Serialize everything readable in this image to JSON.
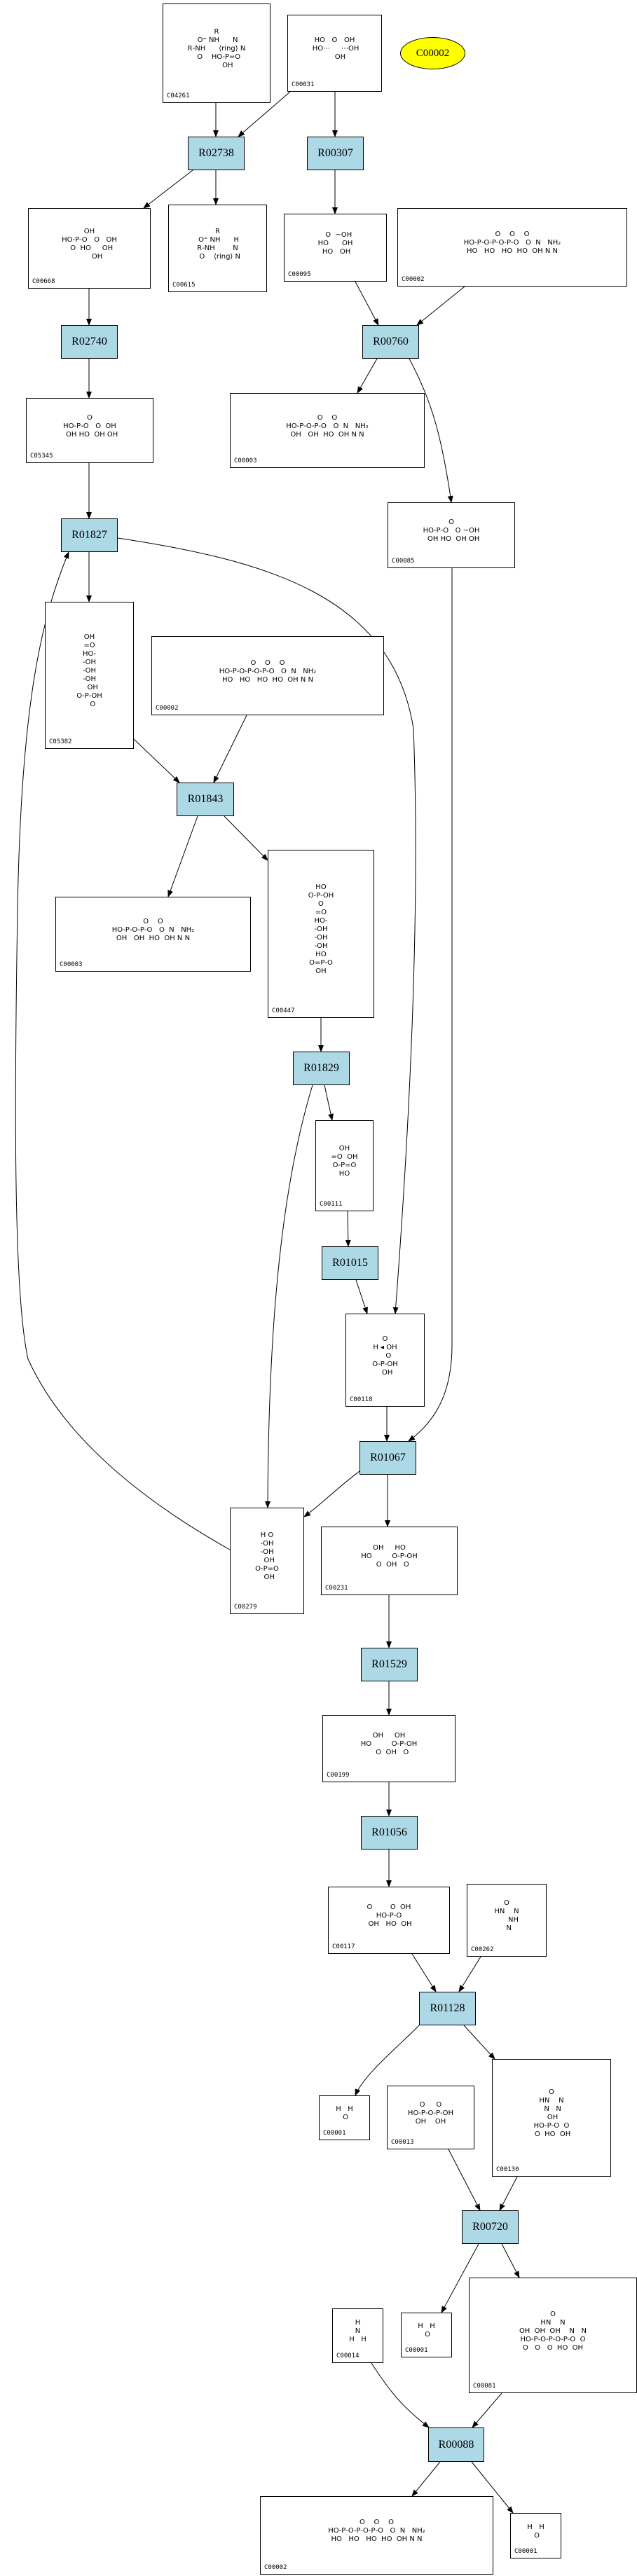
{
  "diagram": {
    "title": "",
    "highlight": {
      "id": "C00002",
      "color": "#ffff00"
    },
    "reaction_color": "#add8e6",
    "reactions": [
      "R02738",
      "R00307",
      "R02740",
      "R00760",
      "R01827",
      "R01843",
      "R01829",
      "R01015",
      "R01067",
      "R01529",
      "R01056",
      "R01128",
      "R00720",
      "R00088"
    ],
    "compounds": {
      "c04261": {
        "id": "C04261",
        "struct": "R\n O⁼ NH      N\nR‑NH      ⟨ring⟩ N\n  O    HO‑P=O\n          OH"
      },
      "c00031": {
        "id": "C00031",
        "struct": "HO   O   OH\n HO⋯     ⋯OH\n     OH"
      },
      "c00668": {
        "id": "C00668",
        "struct": "OH\nHO‑P‑O   O   OH\n  O  HO     OH\n       OH"
      },
      "c00615": {
        "id": "C00615",
        "struct": "R\n O⁼ NH      H\nR‑NH        N\n  O    ⟨ring⟩ N"
      },
      "c00095": {
        "id": "C00095",
        "struct": "   O  ~OH\nHO      OH\n HO   OH"
      },
      "c00002a": {
        "id": "C00002",
        "struct": "O    O    O\nHO‑P‑O‑P‑O‑P‑O   O  N   NH₂\nHO   HO   HO  HO  OH N N"
      },
      "c00003a": {
        "id": "C00003",
        "struct": "O    O\nHO‑P‑O‑P‑O   O  N   NH₂\nOH   OH  HO  OH N N"
      },
      "c05345": {
        "id": "C05345",
        "struct": "O\nHO‑P‑O   O  OH\n  OH HO  OH OH"
      },
      "c00085": {
        "id": "C00085",
        "struct": "O\nHO‑P‑O   O ~OH\n  OH HO  OH OH"
      },
      "c05382": {
        "id": "C05382",
        "struct": "OH\n=O\nHO‑\n‑OH\n‑OH\n‑OH\n   OH\nO‑P‑OH\n   O"
      },
      "c00002b": {
        "id": "C00002",
        "struct": "O    O    O\nHO‑P‑O‑P‑O‑P‑O   O  N   NH₂\nHO   HO   HO  HO  OH N N"
      },
      "c00003b": {
        "id": "C00003",
        "struct": "O    O\nHO‑P‑O‑P‑O   O  N   NH₂\nOH   OH  HO  OH N N"
      },
      "c00447": {
        "id": "C00447",
        "struct": "HO\nO‑P‑OH\nO\n=O\nHO‑\n‑OH\n‑OH\n‑OH\nHO\nO=P‑O\nOH"
      },
      "c00111": {
        "id": "C00111",
        "struct": "OH\n=O  OH\nO‑P=O\nHO"
      },
      "c00118": {
        "id": "C00118",
        "struct": "O\nH ◂ OH\n   O\nO‑P‑OH\n  OH"
      },
      "c00279": {
        "id": "C00279",
        "struct": "H O\n‑OH\n‑OH\n  OH\nO‑P=O\n  OH"
      },
      "c00231": {
        "id": "C00231",
        "struct": "OH     HO\nHO         O‑P‑OH\n   O  OH   O"
      },
      "c00199": {
        "id": "C00199",
        "struct": "OH     OH\nHO         O‑P‑OH\n   O  OH   O"
      },
      "c00117": {
        "id": "C00117",
        "struct": "O        O  OH\nHO‑P‑O\n OH   HO  OH"
      },
      "c00262": {
        "id": "C00262",
        "struct": "O\nHN    N\n      NH\n  N"
      },
      "c00001a": {
        "id": "C00001",
        "struct": "H   H\n O"
      },
      "c00013": {
        "id": "C00013",
        "struct": "O     O\nHO‑P‑O‑P‑OH\nOH    OH"
      },
      "c00130": {
        "id": "C00130",
        "struct": "O\nHN    N\n N   N\n OH\nHO‑P‑O  O\n O  HO  OH"
      },
      "c00014": {
        "id": "C00014",
        "struct": "H\nN\nH   H"
      },
      "c00001b": {
        "id": "C00001",
        "struct": "H   H\n O"
      },
      "c00081": {
        "id": "C00081",
        "struct": "O\nHN    N\nOH  OH  OH    N   N\nHO‑P‑O‑P‑O‑P‑O  O\nO   O   O  HO  OH"
      },
      "c00002c": {
        "id": "C00002",
        "struct": "O    O    O\nHO‑P‑O‑P‑O‑P‑O   O  N   NH₂\nHO   HO   HO  HO  OH N N"
      },
      "c00001c": {
        "id": "C00001",
        "struct": "H   H\n O"
      }
    }
  }
}
